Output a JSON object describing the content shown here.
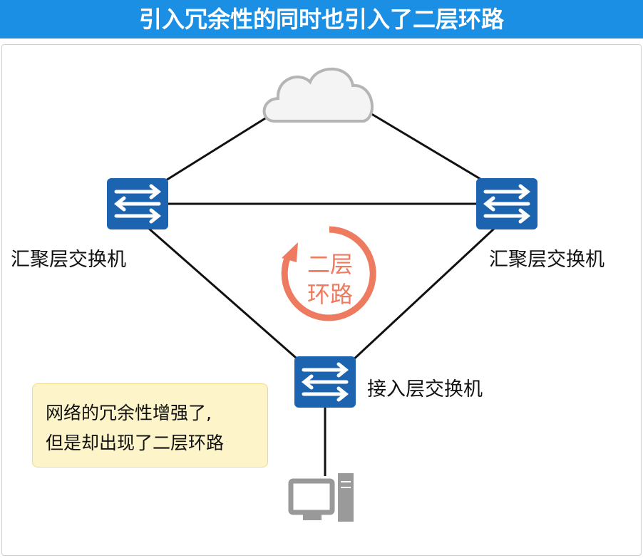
{
  "title": "引入冗余性的同时也引入了二层环路",
  "nodes": {
    "left_switch": "汇聚层交换机",
    "right_switch": "汇聚层交换机",
    "access_switch": "接入层交换机"
  },
  "loop_label": {
    "line1": "二层",
    "line2": "环路"
  },
  "note": {
    "line1": "网络的冗余性增强了,",
    "line2": "但是却出现了二层环路"
  },
  "colors": {
    "title_bg": "#1b8fe3",
    "switch": "#1c64b0",
    "loop": "#ee7a5f",
    "note_bg": "#fdf5c9"
  }
}
